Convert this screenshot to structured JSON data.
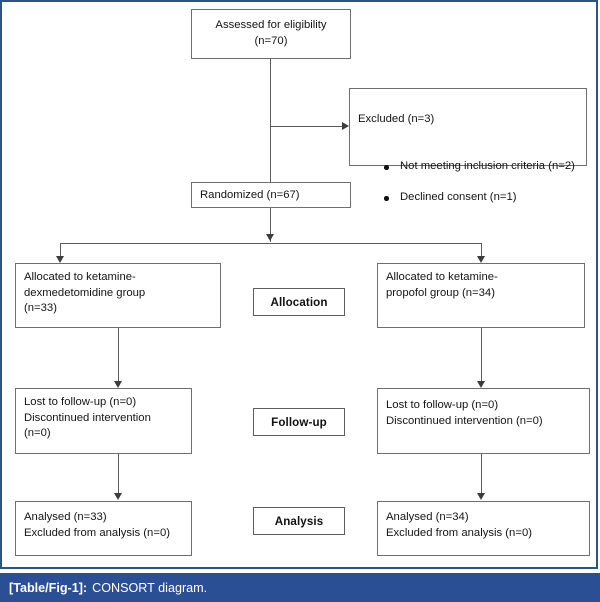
{
  "figure": {
    "frame_color": "#2b5480",
    "box_border_color": "#6f6f6f",
    "connector_color": "#5a5a5a"
  },
  "nodes": {
    "assessed": "Assessed for eligibility\n(n=70)",
    "excluded": {
      "title": "Excluded (n=3)",
      "items": [
        "Not meeting inclusion criteria (n=2)",
        "Declined consent (n=1)"
      ]
    },
    "randomized": "Randomized (n=67)",
    "allocated_left": "Allocated to ketamine-\ndexmedetomidine group\n(n=33)",
    "allocated_right": "Allocated to ketamine-\npropofol group (n=34)",
    "followup_left": "Lost to follow-up (n=0)\nDiscontinued intervention\n(n=0)",
    "followup_right": "Lost to follow-up (n=0)\nDiscontinued intervention (n=0)",
    "analysed_left": "Analysed (n=33)\nExcluded from analysis (n=0)",
    "analysed_right": "Analysed (n=34)\nExcluded from analysis (n=0)"
  },
  "stage_labels": {
    "allocation": "Allocation",
    "followup": "Follow-up",
    "analysis": "Analysis"
  },
  "caption": {
    "tag": "[Table/Fig-1]:",
    "text": "CONSORT diagram.",
    "background": "#2b4f95",
    "color": "#ffffff"
  }
}
